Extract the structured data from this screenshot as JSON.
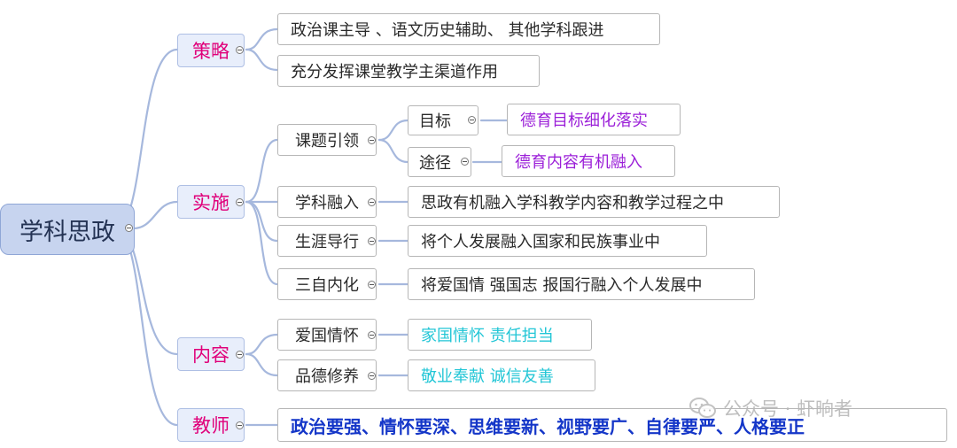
{
  "colors": {
    "edge": "#a6b8dd",
    "branch_text": "#e0007a",
    "purple_text": "#9b1fd8",
    "cyan_text": "#22c6d6",
    "blue_text": "#1436c8"
  },
  "root": {
    "label": "学科思政"
  },
  "branches": {
    "strategy": {
      "label": "策略",
      "items": [
        "政治课主导 、语文历史辅助、 其他学科跟进",
        "充分发挥课堂教学主渠道作用"
      ]
    },
    "implement": {
      "label": "实施",
      "topic_lead": {
        "label": "课题引领",
        "goal": {
          "label": "目标",
          "value": "德育目标细化落实"
        },
        "path": {
          "label": "途径",
          "value": "德育内容有机融入"
        }
      },
      "subject": {
        "label": "学科融入",
        "value": "思政有机融入学科教学内容和教学过程之中"
      },
      "career": {
        "label": "生涯导行",
        "value": "将个人发展融入国家和民族事业中"
      },
      "internal": {
        "label": "三自内化",
        "value": "将爱国情 强国志 报国行融入个人发展中"
      }
    },
    "content": {
      "label": "内容",
      "patriot": {
        "label": "爱国情怀",
        "value": "家国情怀  责任担当"
      },
      "morality": {
        "label": "品德修养",
        "value": "敬业奉献  诚信友善"
      }
    },
    "teacher": {
      "label": "教师",
      "value": "政治要强、情怀要深、思维要新、视野要广、自律要严、人格要正"
    }
  },
  "watermark": {
    "text": "公众号 · 虾晌者",
    "icon": "wechat-icon"
  }
}
